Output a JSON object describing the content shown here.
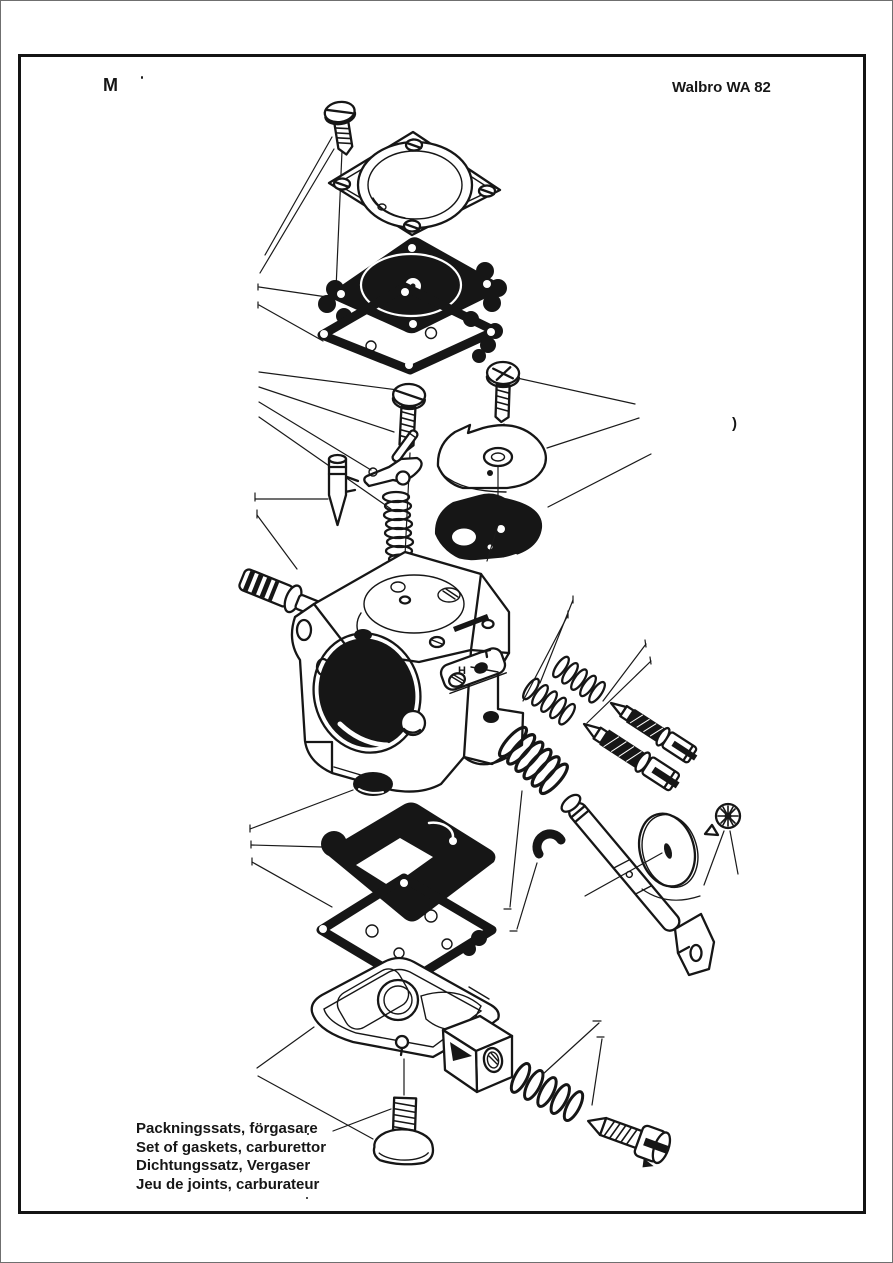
{
  "page": {
    "section_letter": "M",
    "model": "Walbro WA 82",
    "stray_mark": ")",
    "caption_lines": [
      "Packningssats, förgasare",
      "Set of gaskets, carburettor",
      "Dichtungssatz, Vergaser",
      "Jeu de joints, carburateur"
    ]
  },
  "diagram": {
    "type": "exploded-parts-diagram",
    "subject": "Walbro WA 82 carburettor",
    "body_marking": "H",
    "parts": [
      "cover-screw",
      "metering-diaphragm-cover",
      "metering-diaphragm",
      "metering-gasket",
      "pump-cover-screw",
      "roll-pin",
      "choke-friction-screw",
      "metering-lever",
      "inlet-needle",
      "metering-lever-spring",
      "choke-friction-plate",
      "choke-plate",
      "fuel-inlet-fitting",
      "carburettor-body",
      "welch-plug",
      "adjustment-needle-spring",
      "high-speed-needle",
      "low-speed-needle",
      "throttle-return-spring",
      "e-clip",
      "throttle-shaft",
      "throttle-plate",
      "throttle-plate-screw",
      "pump-diaphragm",
      "pump-gasket",
      "fuel-pump-cover",
      "idle-spring",
      "idle-speed-screw",
      "bottom-cover-screw"
    ]
  },
  "colors": {
    "ink": "#161616",
    "paper": "#ffffff"
  }
}
